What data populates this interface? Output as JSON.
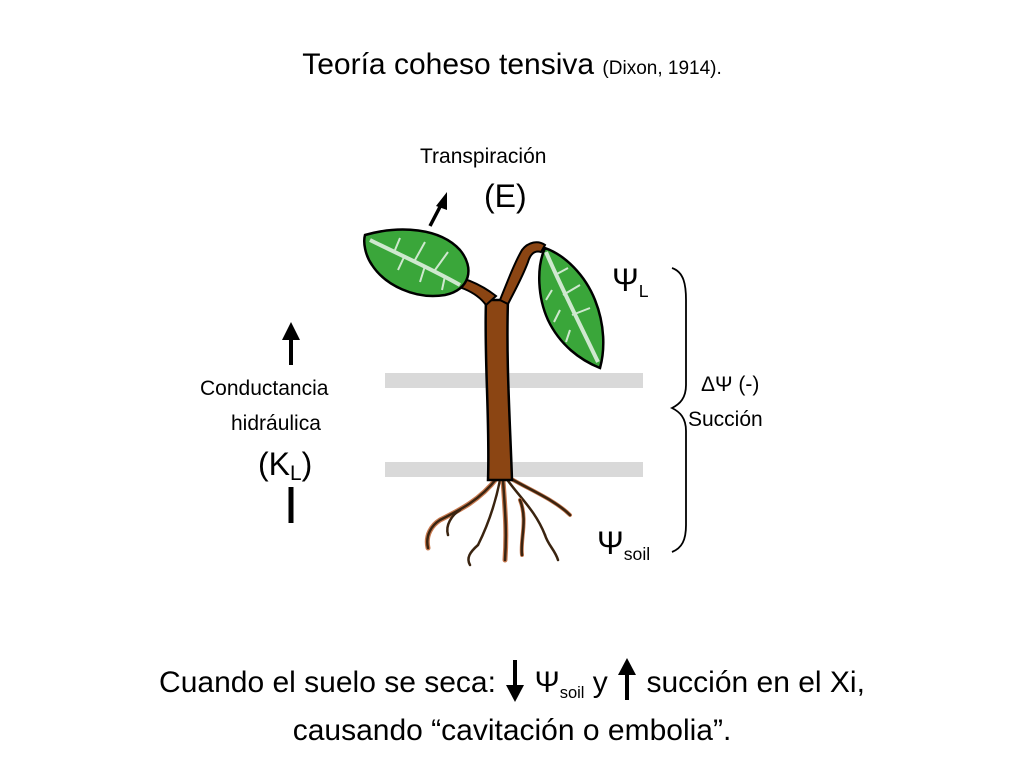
{
  "title": {
    "main": "Teoría coheso tensiva",
    "cite": "(Dixon, 1914)."
  },
  "transpiration": {
    "label": "Transpiración",
    "symbol": "(E)"
  },
  "psi_leaf": {
    "symbol": "Ψ",
    "sub": "L"
  },
  "psi_soil": {
    "symbol": "Ψ",
    "sub": "soil"
  },
  "gradient": {
    "delta": "ΔΨ (-)",
    "suction": "Succión"
  },
  "conductance": {
    "line1": "Conductancia",
    "line2": "hidráulica",
    "symbol_open": "(K",
    "symbol_sub": "L",
    "symbol_close": ")"
  },
  "conclusion": {
    "part1": "Cuando el suelo se seca: ",
    "psi": "Ψ",
    "psi_sub": "soil",
    "part2": " y ",
    "part3": "succión en el Xi,",
    "line2": "causando “cavitación o embolia”."
  },
  "colors": {
    "stem": "#8b4513",
    "leaf": "#3aa63a",
    "leaf_dark": "#1f6b1f",
    "root": "#c87a50",
    "band": "#d9d9d9"
  }
}
